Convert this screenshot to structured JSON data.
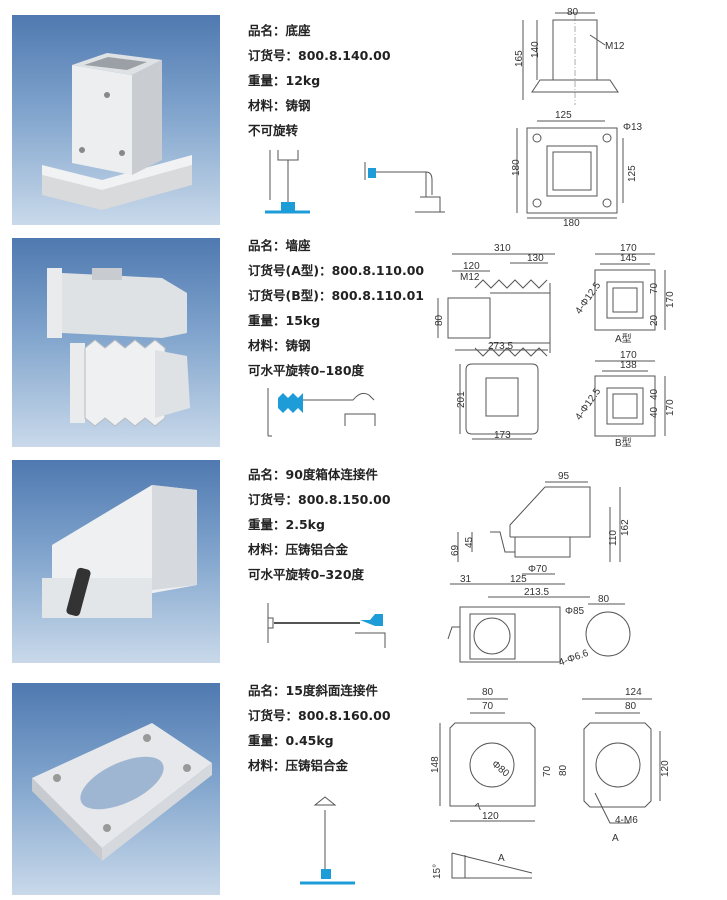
{
  "products": [
    {
      "name": "品名：底座",
      "order_no": "订货号：800.8.140.00",
      "weight": "重量：12kg",
      "material": "材料：铸钢",
      "rotation": "不可旋转",
      "dims": {
        "top_width": "80",
        "height_total": "165",
        "height_inner": "140",
        "thread": "M12",
        "base_top": "125",
        "hole": "Φ13",
        "base_left": "180",
        "base_right": "125",
        "base_bottom": "180"
      }
    },
    {
      "name": "品名：墙座",
      "order_no_a": "订货号(A型)：800.8.110.00",
      "order_no_b": "订货号(B型)：800.8.110.01",
      "weight": "重量：15kg",
      "material": "材料：铸钢",
      "rotation": "可水平旋转0–180度",
      "dims": {
        "length": "310",
        "d120": "120",
        "d130": "130",
        "thread": "M12",
        "d80": "80",
        "d2735": "273.5",
        "d201": "201",
        "d173": "173",
        "a170w": "170",
        "a145": "145",
        "a_holes": "4-Φ12.5",
        "a70": "70",
        "a170h": "170",
        "a20": "20",
        "a_label": "A型",
        "b170w": "170",
        "b138": "138",
        "b_holes": "4-Φ12.5",
        "b40a": "40",
        "b40b": "40",
        "b170h": "170",
        "b_label": "B型"
      }
    },
    {
      "name": "品名：90度箱体连接件",
      "order_no": "订货号：800.8.150.00",
      "weight": "重量：2.5kg",
      "material": "材料：压铸铝合金",
      "rotation": "可水平旋转0–320度",
      "dims": {
        "d95": "95",
        "d69": "69",
        "d45": "45",
        "d110": "110",
        "d162": "162",
        "phi70": "Φ70",
        "d31": "31",
        "d125": "125",
        "d2135": "213.5",
        "d80": "80",
        "phi85": "Φ85",
        "holes": "4-Φ6.6"
      }
    },
    {
      "name": "品名：15度斜面连接件",
      "order_no": "订货号：800.8.160.00",
      "weight": "重量：0.45kg",
      "material": "材料：压铸铝合金",
      "dims": {
        "d80": "80",
        "d70": "70",
        "d148": "148",
        "phi80": "Φ80",
        "v70": "70",
        "v80": "80",
        "d7": "7",
        "d120": "120",
        "d124": "124",
        "r80": "80",
        "r120": "120",
        "m6": "4-M6",
        "view_a": "A",
        "angle": "15°",
        "arrow_a": "A"
      }
    }
  ]
}
